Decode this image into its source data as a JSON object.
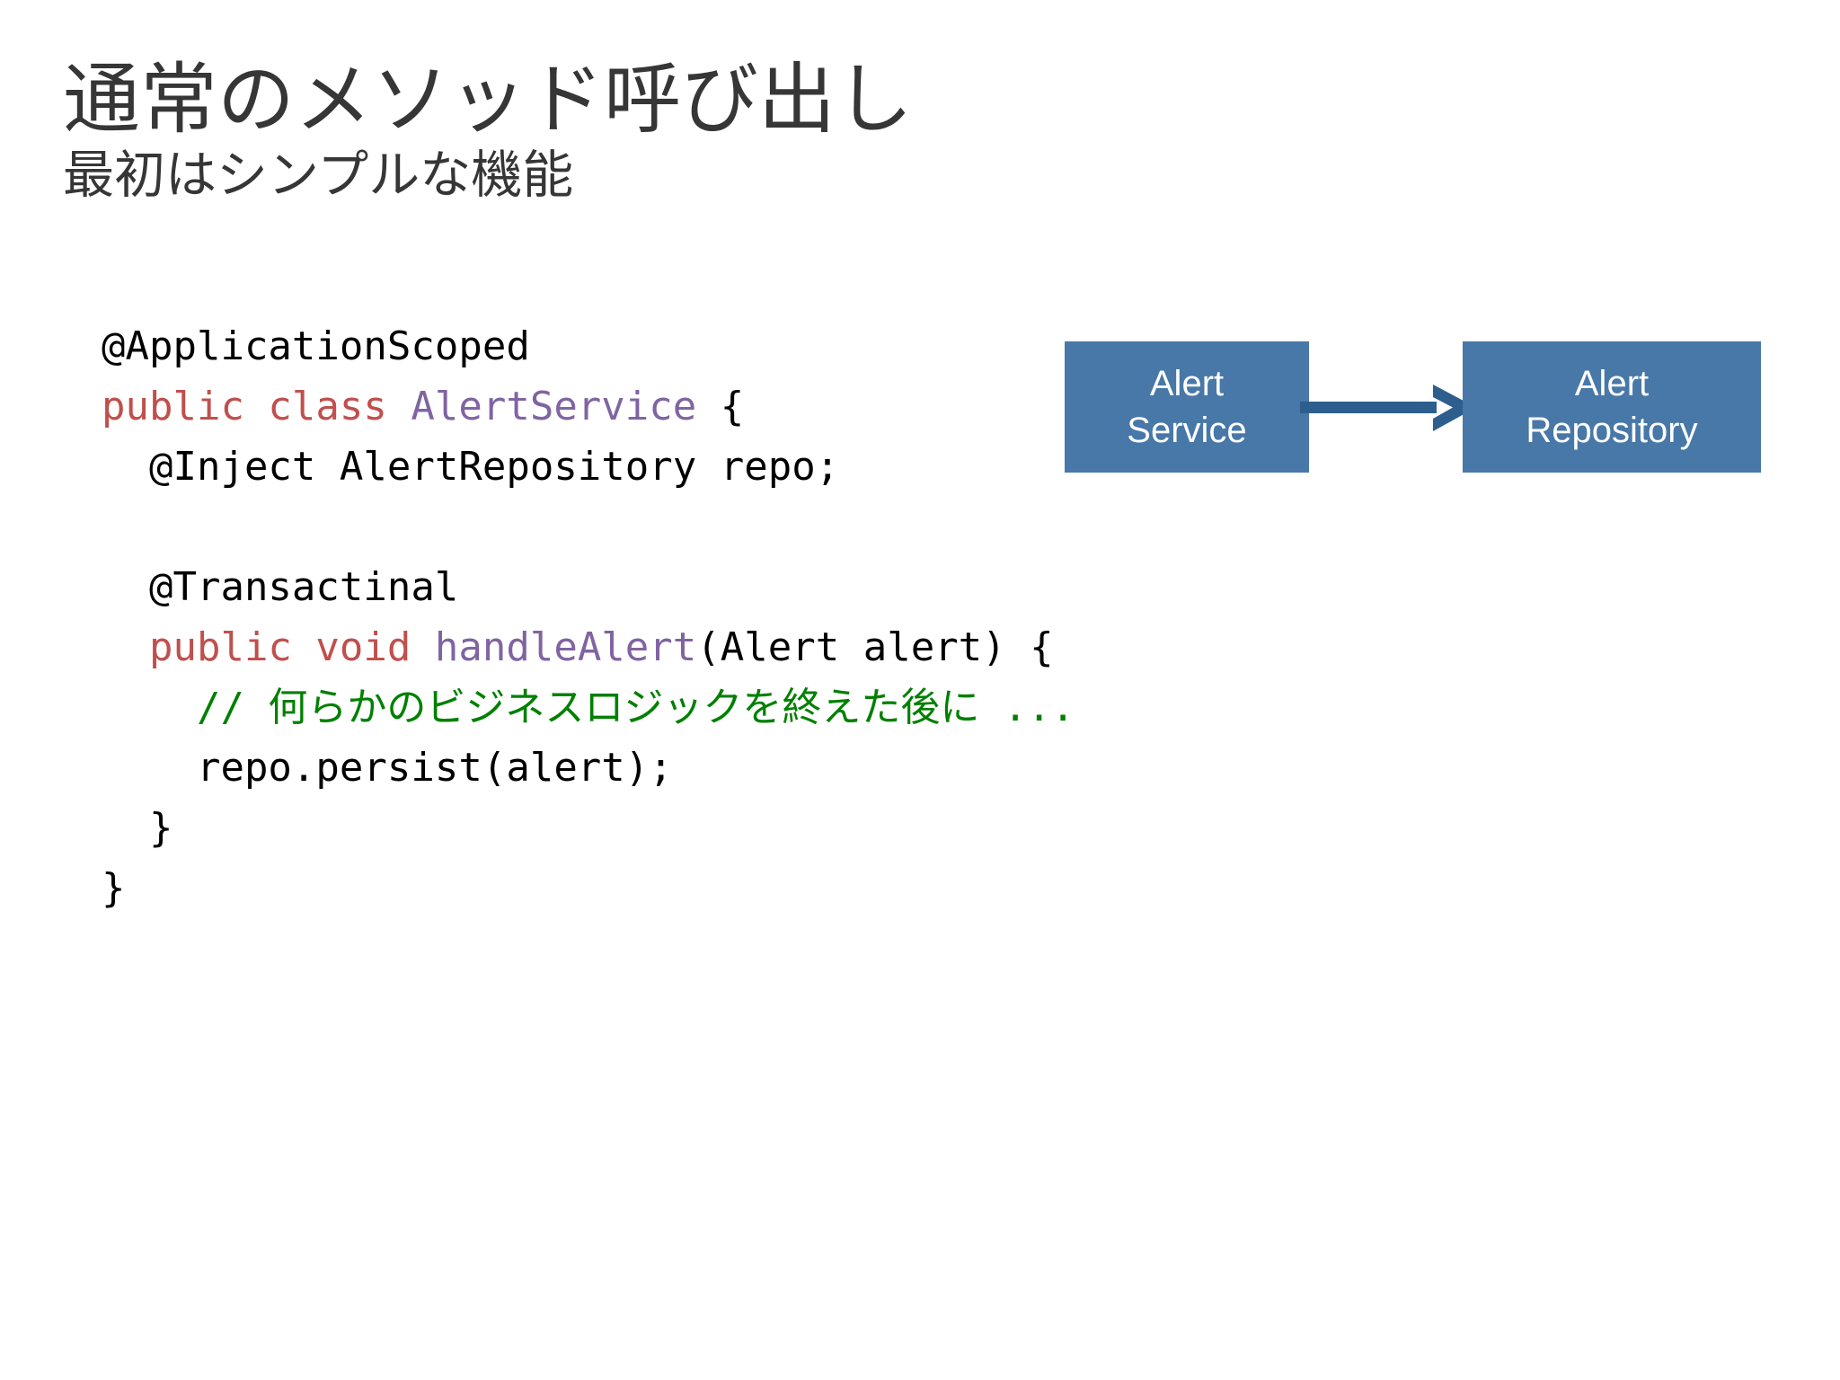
{
  "slide": {
    "title": "通常のメソッド呼び出し",
    "subtitle": "最初はシンプルな機能",
    "background_color": "#ffffff",
    "title_color": "#363636"
  },
  "code": {
    "language": "java",
    "colors": {
      "keyword": "#c0504d",
      "type": "#8064a2",
      "comment": "#008000",
      "plain": "#000000"
    },
    "lines": [
      {
        "indent": 0,
        "tokens": [
          {
            "t": "@ApplicationScoped",
            "c": "plain"
          }
        ]
      },
      {
        "indent": 0,
        "tokens": [
          {
            "t": "public class ",
            "c": "keyword"
          },
          {
            "t": "AlertService",
            "c": "type"
          },
          {
            "t": " {",
            "c": "plain"
          }
        ]
      },
      {
        "indent": 1,
        "tokens": [
          {
            "t": "@Inject AlertRepository repo;",
            "c": "plain"
          }
        ]
      },
      {
        "indent": 0,
        "tokens": []
      },
      {
        "indent": 1,
        "tokens": [
          {
            "t": "@Transactinal",
            "c": "plain"
          }
        ]
      },
      {
        "indent": 1,
        "tokens": [
          {
            "t": "public void ",
            "c": "keyword"
          },
          {
            "t": "handleAlert",
            "c": "type"
          },
          {
            "t": "(Alert alert) {",
            "c": "plain"
          }
        ]
      },
      {
        "indent": 2,
        "tokens": [
          {
            "t": "// 何らかのビジネスロジックを終えた後に ...",
            "c": "comment"
          }
        ]
      },
      {
        "indent": 2,
        "tokens": [
          {
            "t": "repo.persist(alert);",
            "c": "plain"
          }
        ]
      },
      {
        "indent": 1,
        "tokens": [
          {
            "t": "}",
            "c": "plain"
          }
        ]
      },
      {
        "indent": 0,
        "tokens": [
          {
            "t": "}",
            "c": "plain"
          }
        ]
      }
    ],
    "full_text": "@ApplicationScoped\npublic class AlertService {\n  @Inject AlertRepository repo;\n\n  @Transactinal\n  public void handleAlert(Alert alert) {\n    // 何らかのビジネスロジックを終えた後に ...\n    repo.persist(alert);\n  }\n}"
  },
  "diagram": {
    "type": "flow",
    "box_fill": "#4878a8",
    "box_text_color": "#ffffff",
    "arrow_color": "#2e5e8e",
    "nodes": [
      {
        "id": "alert-service",
        "line1": "Alert",
        "line2": "Service"
      },
      {
        "id": "alert-repository",
        "line1": "Alert",
        "line2": "Repository"
      }
    ],
    "edges": [
      {
        "from": "alert-service",
        "to": "alert-repository",
        "label": ""
      }
    ]
  }
}
